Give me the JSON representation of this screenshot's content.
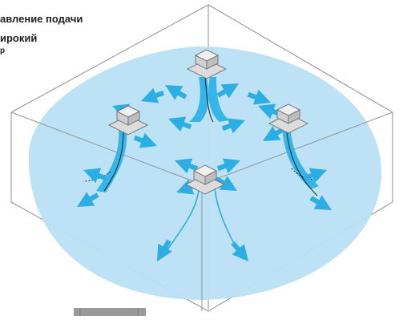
{
  "heading": {
    "line1": "авление подачи",
    "line2": "ирокий",
    "line3": "р"
  },
  "colors": {
    "zone_fill": "#b9e0f4",
    "arrow": "#2aaee3",
    "stream": "#35b5e8",
    "room_outline": "#8c8c8c",
    "unit_body": "#dcdcdc",
    "unit_outline": "#777777",
    "legend_bar": "#9a9a9a"
  },
  "diagram": {
    "units": [
      "top-unit",
      "left-unit",
      "right-unit",
      "center-unit"
    ],
    "airflow": "4-way",
    "icon": "ceiling-cassette-icon"
  }
}
